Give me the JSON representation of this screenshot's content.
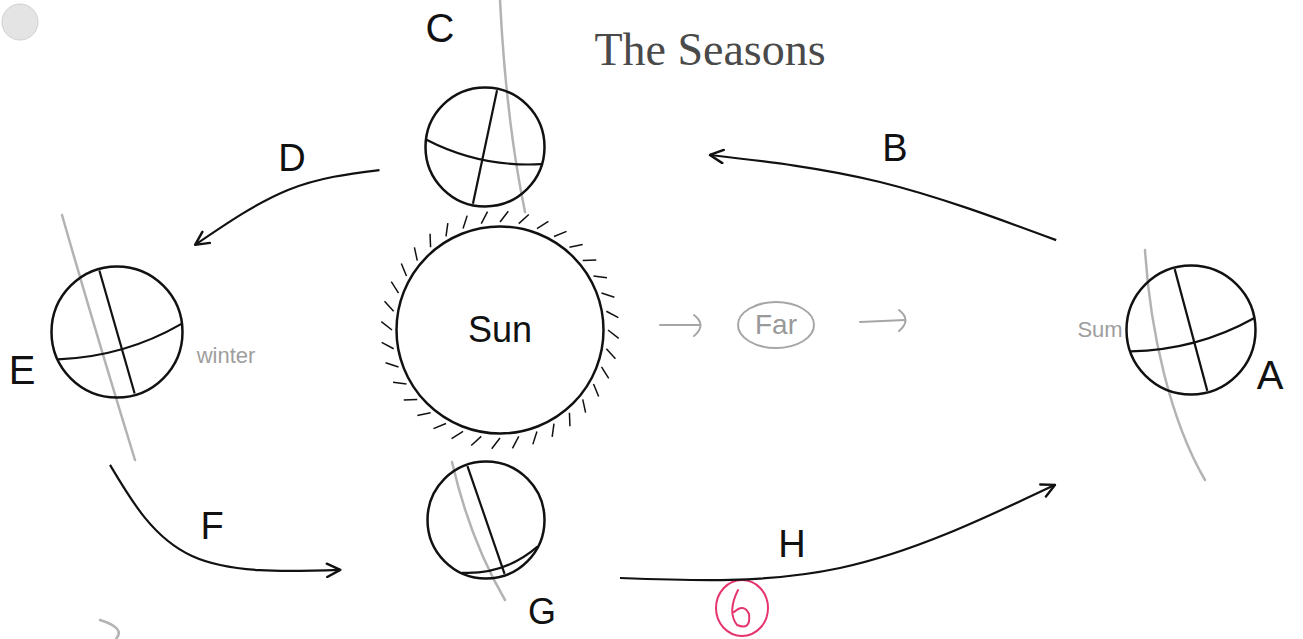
{
  "diagram": {
    "title": "The Seasons",
    "nodes": [
      {
        "text": [
          "C"
        ]
      },
      {
        "text": [
          "E"
        ]
      },
      {
        "text": [
          "Sun"
        ]
      },
      {
        "text": [
          "A"
        ]
      },
      {
        "text": [
          "G"
        ]
      }
    ],
    "edges": [
      {
        "from": 3,
        "to": 0,
        "arrow": "to",
        "label": "B"
      },
      {
        "from": 0,
        "to": 1,
        "arrow": "to",
        "label": "D"
      },
      {
        "from": 1,
        "to": 4,
        "arrow": "to",
        "label": "F"
      },
      {
        "from": 4,
        "to": 3,
        "arrow": "to",
        "label": "H"
      }
    ],
    "labels": [
      "winter",
      "Sum",
      "Far"
    ]
  }
}
